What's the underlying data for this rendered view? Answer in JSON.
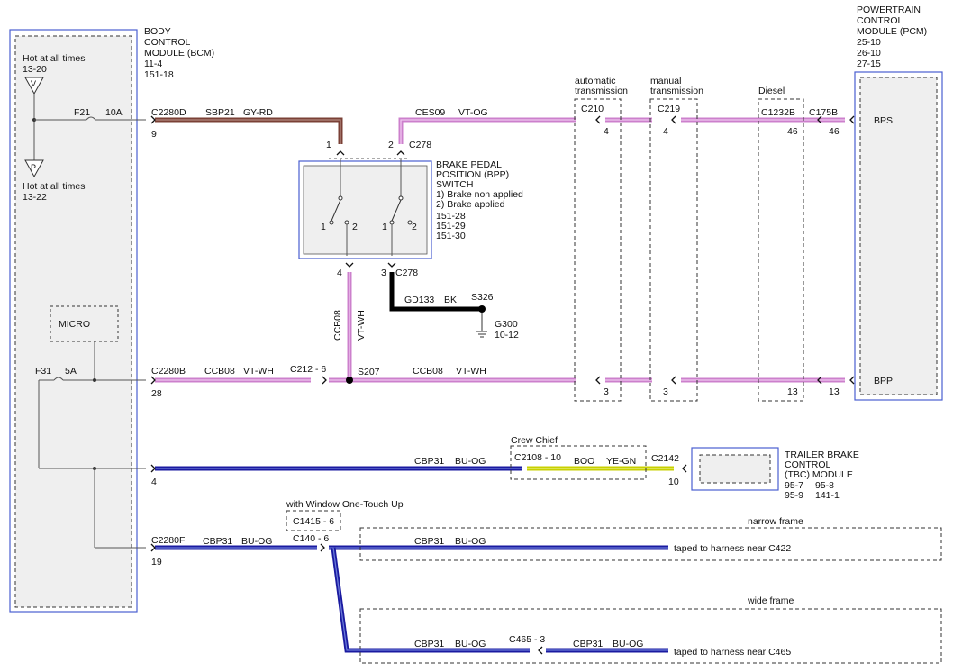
{
  "bcm": {
    "title": [
      "BODY",
      "CONTROL",
      "MODULE (BCM)"
    ],
    "refs": [
      "11-4",
      "151-18"
    ],
    "hot_top": "Hot at all times",
    "hot_top_ref": "13-20",
    "hot_bottom": "Hot at all times",
    "hot_bottom_ref": "13-22",
    "fuse1_id": "F21",
    "fuse1_amp": "10A",
    "fuse2_id": "F31",
    "fuse2_amp": "5A",
    "micro": "MICRO",
    "v_symbol": "V",
    "p_symbol": "P"
  },
  "pcm": {
    "title": [
      "POWERTRAIN",
      "CONTROL",
      "MODULE (PCM)"
    ],
    "refs": [
      "25-10",
      "26-10",
      "27-15"
    ],
    "pin_bps": "BPS",
    "pin_bpp": "BPP"
  },
  "bpp_switch": {
    "title": [
      "BRAKE PEDAL",
      "POSITION (BPP)",
      "SWITCH"
    ],
    "states": [
      "1) Brake non applied",
      "2) Brake applied"
    ],
    "refs": [
      "151-28",
      "151-29",
      "151-30"
    ],
    "contact_1": "1",
    "contact_2": "2"
  },
  "tbc": {
    "title": [
      "TRAILER BRAKE",
      "CONTROL",
      "(TBC) MODULE"
    ],
    "refs_row1": [
      "95-7",
      "95-8"
    ],
    "refs_row2": [
      "95-9",
      "141-1"
    ]
  },
  "connectors": {
    "c2280d": "C2280D",
    "c2280d_pin": "9",
    "c2280b": "C2280B",
    "c2280b_pin": "28",
    "c2280f": "C2280F",
    "c2280f_pin": "19",
    "bcm_tbc_pin": "4",
    "c278_top": "C278",
    "c278_pin1": "1",
    "c278_pin2": "2",
    "c278_bottom": "C278",
    "c278_pin4": "4",
    "c278_pin3": "3",
    "c210": "C210",
    "c210_pin1": "4",
    "c210_pin2": "3",
    "c219": "C219",
    "c219_pin1": "4",
    "c219_pin2": "3",
    "c1232b": "C1232B",
    "c1232b_pin1": "46",
    "c1232b_pin2": "13",
    "c175b": "C175B",
    "c175b_pin1": "46",
    "c175b_pin2": "13",
    "c212": "C212 - 6",
    "s207": "S207",
    "s326": "S326",
    "g300": "G300",
    "g300_ref": "10-12",
    "c2108": "C2108 - 10",
    "c2142": "C2142",
    "c2142_pin": "10",
    "c1415": "C1415 - 6",
    "c140": "C140 - 6",
    "c465": "C465 - 3"
  },
  "options": {
    "automatic": [
      "automatic",
      "transmission"
    ],
    "manual": [
      "manual",
      "transmission"
    ],
    "diesel": "Diesel",
    "crew_chief": "Crew Chief",
    "window": "with Window One-Touch Up",
    "narrow": "narrow frame",
    "wide": "wide frame"
  },
  "wires": {
    "sbp21": "SBP21",
    "gy_rd": "GY-RD",
    "ces09": "CES09",
    "vt_og": "VT-OG",
    "ccb08": "CCB08",
    "vt_wh": "VT-WH",
    "gd133": "GD133",
    "bk": "BK",
    "cbp31": "CBP31",
    "bu_og": "BU-OG",
    "boo": "BOO",
    "ye_gn": "YE-GN",
    "taped_c422": "taped to harness near C422",
    "taped_c465": "taped to harness near C465"
  },
  "colors": {
    "gy_rd_main": "#7a4036",
    "gy_rd_stripe": "#b48a80",
    "vt": "#cc80cc",
    "vt_stripe": "#f0c8f0",
    "bk": "#000000",
    "bu": "#1a1aa0",
    "bu_stripe": "#6a7ad8",
    "ye": "#c8d000",
    "ye_stripe": "#e8f080",
    "module_fill": "#efefef",
    "blue_border": "#4a5fd0"
  }
}
